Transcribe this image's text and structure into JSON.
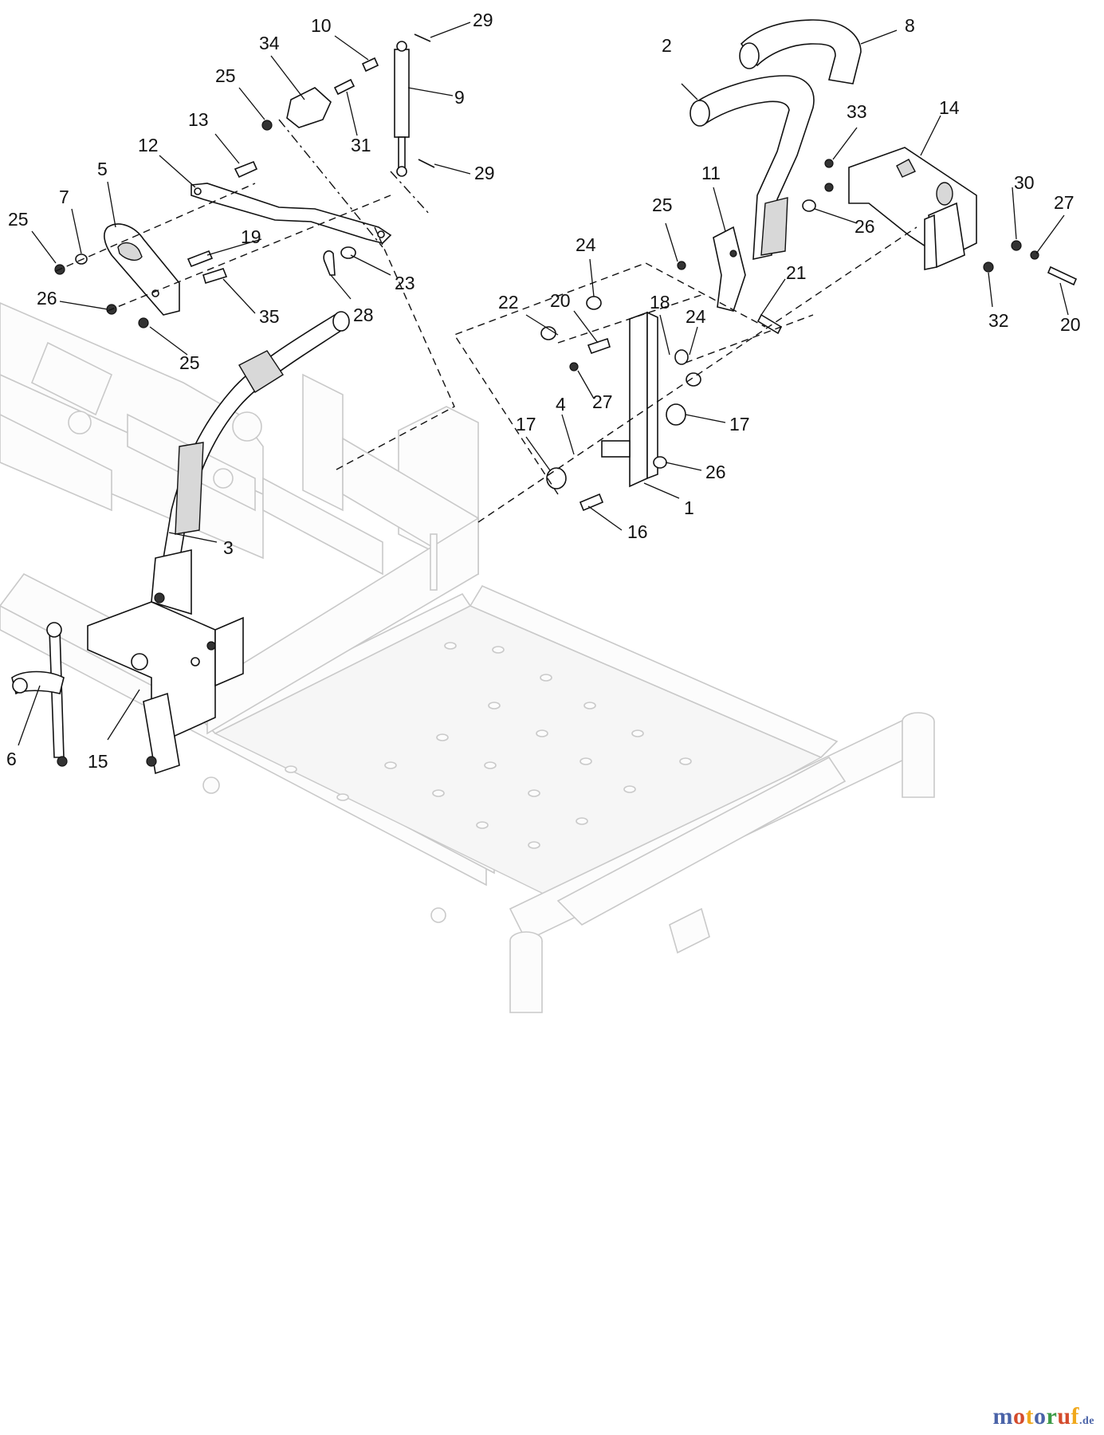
{
  "diagram": {
    "callouts": [
      {
        "label": "1"
      },
      {
        "label": "2"
      },
      {
        "label": "3"
      },
      {
        "label": "4"
      },
      {
        "label": "5"
      },
      {
        "label": "6"
      },
      {
        "label": "7"
      },
      {
        "label": "8"
      },
      {
        "label": "9"
      },
      {
        "label": "10"
      },
      {
        "label": "11"
      },
      {
        "label": "12"
      },
      {
        "label": "13"
      },
      {
        "label": "14"
      },
      {
        "label": "15"
      },
      {
        "label": "16"
      },
      {
        "label": "17"
      },
      {
        "label": "17"
      },
      {
        "label": "18"
      },
      {
        "label": "19"
      },
      {
        "label": "20"
      },
      {
        "label": "20"
      },
      {
        "label": "21"
      },
      {
        "label": "22"
      },
      {
        "label": "23"
      },
      {
        "label": "24"
      },
      {
        "label": "24"
      },
      {
        "label": "25"
      },
      {
        "label": "25"
      },
      {
        "label": "25"
      },
      {
        "label": "25"
      },
      {
        "label": "26"
      },
      {
        "label": "26"
      },
      {
        "label": "26"
      },
      {
        "label": "27"
      },
      {
        "label": "27"
      },
      {
        "label": "28"
      },
      {
        "label": "29"
      },
      {
        "label": "29"
      },
      {
        "label": "30"
      },
      {
        "label": "31"
      },
      {
        "label": "32"
      },
      {
        "label": "33"
      },
      {
        "label": "34"
      },
      {
        "label": "35"
      }
    ]
  },
  "watermark": {
    "letters": [
      {
        "ch": "m",
        "color": "#4a63a8"
      },
      {
        "ch": "o",
        "color": "#d44b2c"
      },
      {
        "ch": "t",
        "color": "#f0a81c"
      },
      {
        "ch": "o",
        "color": "#4a63a8"
      },
      {
        "ch": "r",
        "color": "#3c9a46"
      },
      {
        "ch": "u",
        "color": "#d44b2c"
      },
      {
        "ch": "f",
        "color": "#f0a81c"
      }
    ],
    "suffix": ".de"
  }
}
